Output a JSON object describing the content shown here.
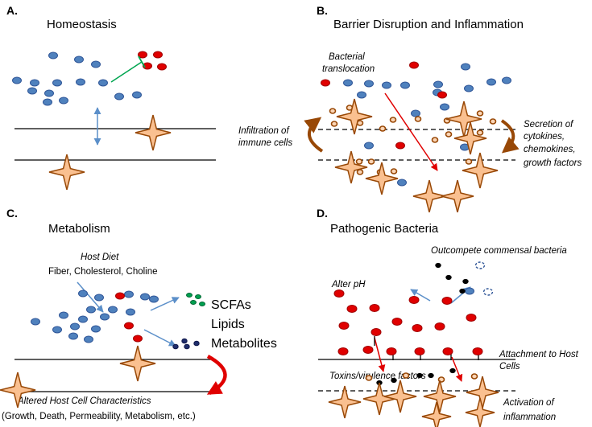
{
  "panels": {
    "a": {
      "letter": "A.",
      "title": "Homeostasis"
    },
    "b": {
      "letter": "B.",
      "title": "Barrier Disruption and Inflammation",
      "bacterial_1": "Bacterial",
      "bacterial_2": "translocation",
      "infiltration_1": "Infiltration of",
      "infiltration_2": "immune cells",
      "secretion_1": "Secretion of",
      "secretion_2": "cytokines,",
      "secretion_3": "chemokines,",
      "secretion_4": "growth factors"
    },
    "c": {
      "letter": "C.",
      "title": "Metabolism",
      "diet_title": "Host Diet",
      "diet_items": "Fiber, Cholesterol, Choline",
      "scfas": "SCFAs",
      "lipids": "Lipids",
      "metabolites": "Metabolites",
      "altered_1": "Altered Host Cell Characteristics",
      "altered_2": "(Growth, Death, Permeability, Metabolism, etc.)"
    },
    "d": {
      "letter": "D.",
      "title": "Pathogenic Bacteria",
      "outcompete": "Outcompete commensal bacteria",
      "alter_ph": "Alter pH",
      "attachment_1": "Attachment to Host",
      "attachment_2": "Cells",
      "toxins": "Toxins/virulence factors",
      "activation_1": "Activation of",
      "activation_2": "inflammation"
    }
  },
  "colors": {
    "commensal": "#4f81bd",
    "commensal_stroke": "#2f5597",
    "pathogen": "#e00000",
    "pathogen_stroke": "#a00000",
    "immune_fill": "#fbd5b5",
    "immune_stroke": "#984806",
    "star_fill": "#fac090",
    "star_stroke": "#984806",
    "arrow_blue": "#5b8fc9",
    "arrow_red": "#e00000",
    "arrow_green": "#00a550",
    "scfa_green": "#00a050",
    "dark_navy": "#1f2d6b"
  }
}
